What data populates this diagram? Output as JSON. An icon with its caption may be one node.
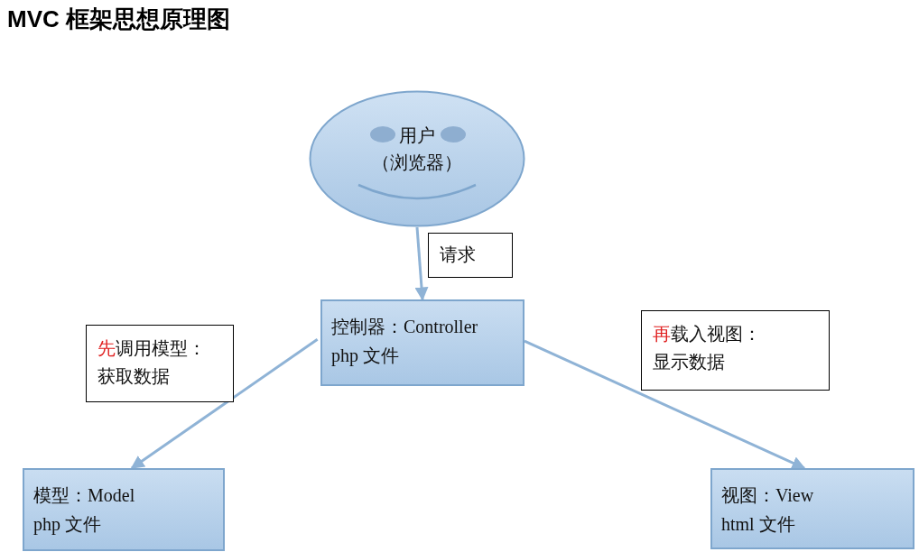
{
  "diagram": {
    "title": "MVC 框架思想原理图",
    "nodes": [
      {
        "text": [
          "用户",
          "（浏览器）"
        ]
      },
      {
        "text": [
          "控制器：Controller",
          "php 文件"
        ]
      },
      {
        "text": [
          "模型：Model",
          "php 文件"
        ]
      },
      {
        "text": [
          "视图：View",
          "html 文件"
        ]
      }
    ],
    "edges": [
      {
        "from": 0,
        "to": 1,
        "arrow": "to",
        "label": "请求"
      },
      {
        "from": 1,
        "to": 2,
        "arrow": "to",
        "label": "先调用模型：获取数据"
      },
      {
        "from": 1,
        "to": 3,
        "arrow": "to",
        "label": "再载入视图：显示数据"
      }
    ]
  }
}
